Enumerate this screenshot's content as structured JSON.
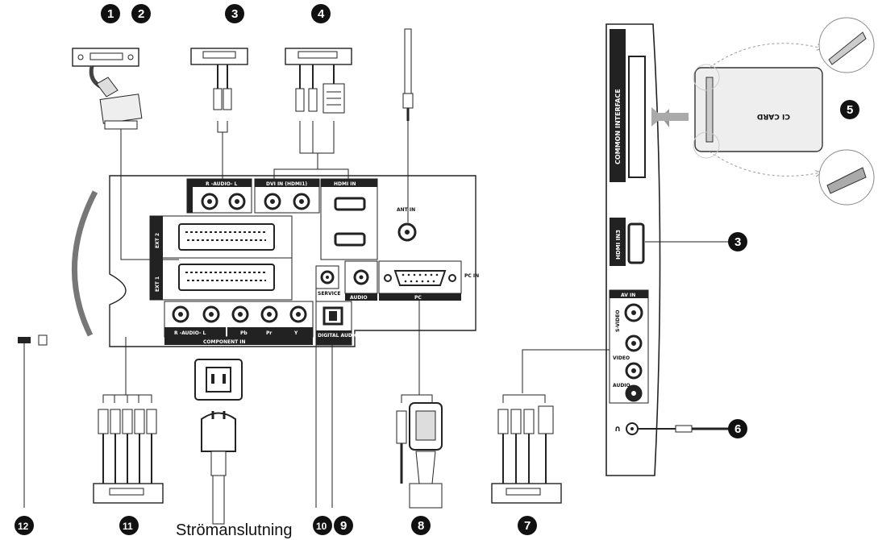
{
  "callouts": {
    "n1": "1",
    "n2": "2",
    "n3": "3",
    "n4": "4",
    "n5": "5",
    "n6": "6",
    "n7": "7",
    "n8": "8",
    "n9": "9",
    "n10": "10",
    "n11": "11",
    "n12": "12",
    "n3_side": "3"
  },
  "caption": "Strömanslutning",
  "panel_labels": {
    "audio_lr": "R -AUDIO- L",
    "dvi_in": "DVI IN (HDMI1)",
    "hdmi_in": "HDMI IN",
    "ant_in": "ANT IN",
    "ext2": "EXT 2",
    "ext1": "EXT 1",
    "pc_in": "PC IN",
    "audio": "AUDIO",
    "pc": "PC",
    "component_in": "COMPONENT IN",
    "optical": "DIGITAL AUDIO OUT (OPTICAL)",
    "service": "SERVICE",
    "audio_lr2": "R -AUDIO- L",
    "pb": "Pb",
    "pr": "Pr",
    "y": "Y"
  },
  "side_labels": {
    "common_interface": "COMMON INTERFACE",
    "ci_card": "CI CARD",
    "hdmi_in3": "HDMI IN3",
    "av_in": "AV IN",
    "s_video": "S-VIDEO",
    "video": "VIDEO",
    "audio": "AUDIO"
  }
}
